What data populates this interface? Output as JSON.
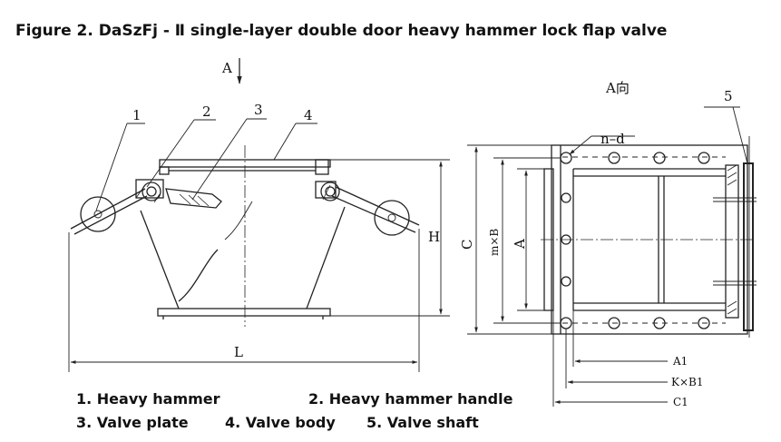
{
  "title": "Figure 2. DaSzFj - Ⅱ single-layer double door heavy hammer lock flap valve",
  "side_view": {
    "view_arrow_label": "A",
    "part_numbers": [
      "1",
      "2",
      "3",
      "4"
    ],
    "dim_height": "H",
    "dim_length": "L"
  },
  "end_view": {
    "title": "A向",
    "hole_label": "n–d",
    "part_number_5": "5",
    "dim_c": "C",
    "dim_mxb": "m×B",
    "dim_a": "A",
    "dim_a1": "A1",
    "dim_kxb1": "K×B1",
    "dim_c1": "C1"
  },
  "legend": {
    "item1": "1. Heavy hammer",
    "item2": "2. Heavy hammer handle",
    "item3": "3. Valve plate",
    "item4": "4. Valve body",
    "item5": "5. Valve shaft"
  }
}
